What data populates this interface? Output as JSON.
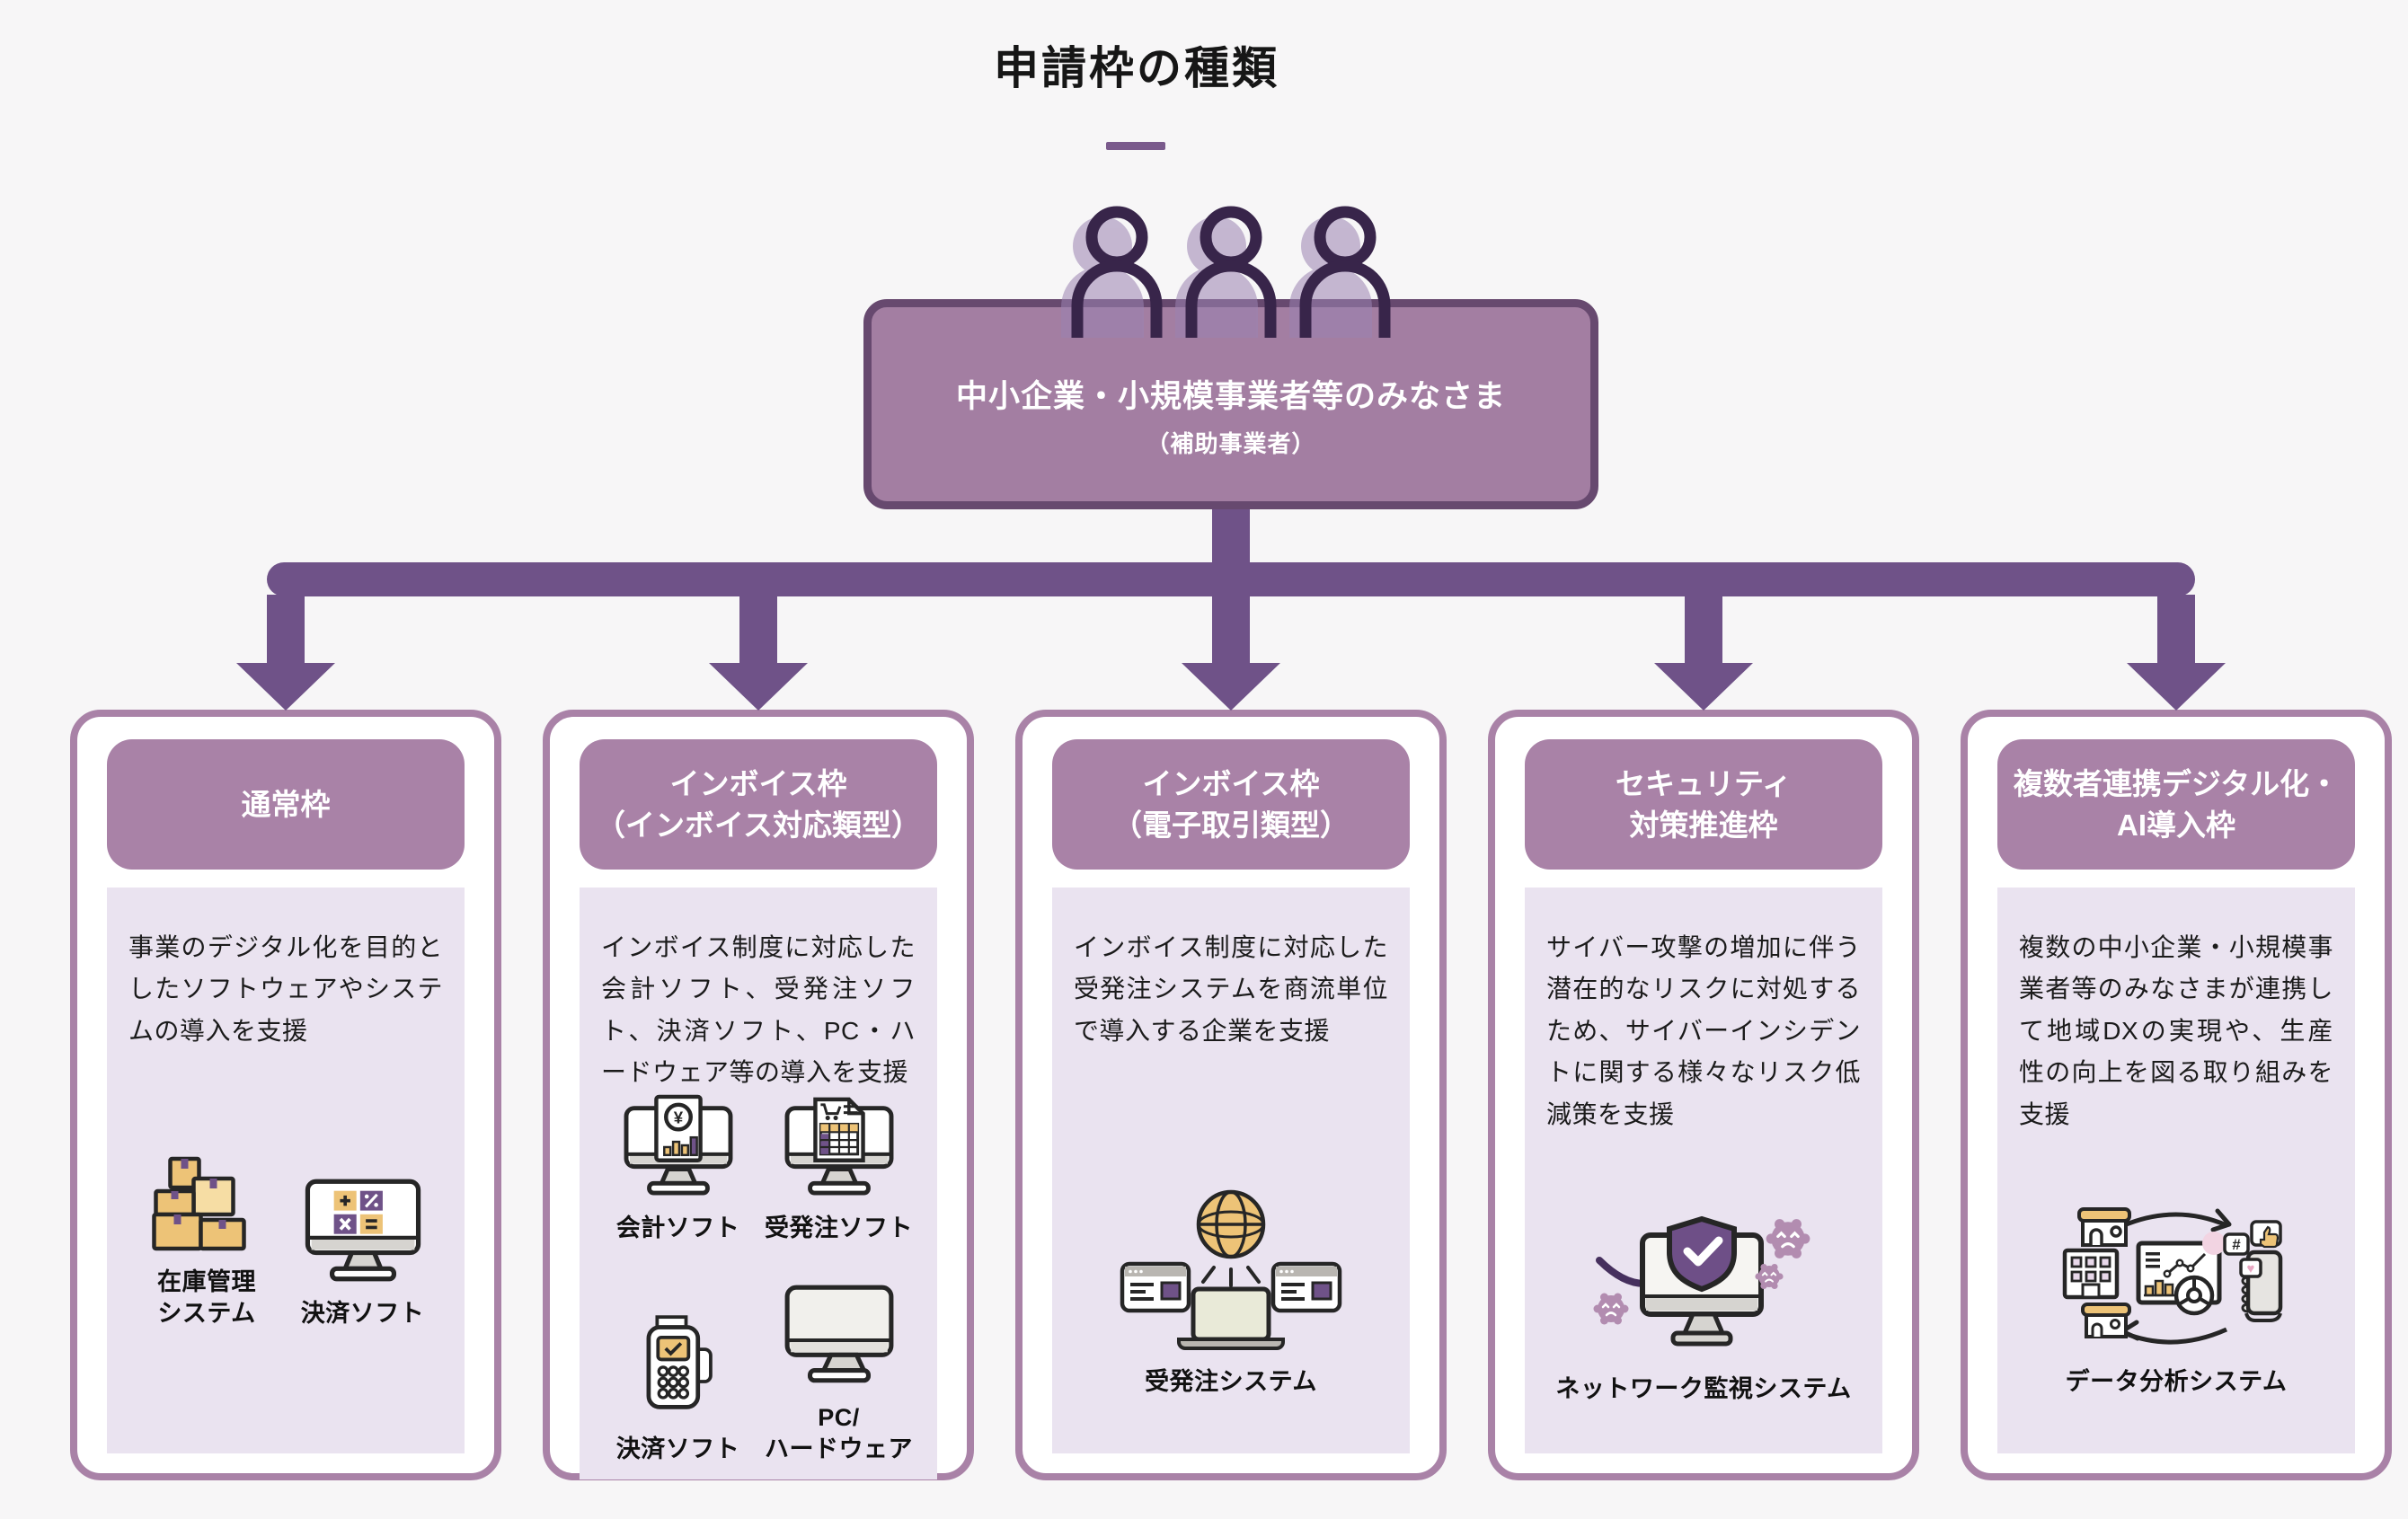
{
  "page": {
    "title": "申請枠の種類"
  },
  "source_box": {
    "title": "中小企業・小規模事業者等のみなさま",
    "subtitle": "（補助事業者）"
  },
  "cards": [
    {
      "header_line1": "通常枠",
      "header_line2": "",
      "description": "事業のデジタル化を目的としたソフトウェアやシステムの導入を支援",
      "items": [
        {
          "icon": "inventory-boxes-icon",
          "label": "在庫管理\nシステム"
        },
        {
          "icon": "calculator-monitor-icon",
          "label": "決済ソフト"
        }
      ]
    },
    {
      "header_line1": "インボイス枠",
      "header_line2": "（インボイス対応類型）",
      "description": "インボイス制度に対応した会計ソフト、受発注ソフト、決済ソフト、PC・ハードウェア等の導入を支援",
      "items": [
        {
          "icon": "accounting-monitor-icon",
          "label": "会計ソフト"
        },
        {
          "icon": "order-monitor-icon",
          "label": "受発注ソフト"
        },
        {
          "icon": "payment-terminal-icon",
          "label": "決済ソフト"
        },
        {
          "icon": "pc-monitor-icon",
          "label": "PC/\nハードウェア"
        }
      ]
    },
    {
      "header_line1": "インボイス枠",
      "header_line2": "（電子取引類型）",
      "description": "インボイス制度に対応した受発注システムを商流単位で導入する企業を支援",
      "items": [
        {
          "icon": "globe-network-icon",
          "label": "受発注システム"
        }
      ]
    },
    {
      "header_line1": "セキュリティ",
      "header_line2": "対策推進枠",
      "description": "サイバー攻撃の増加に伴う潜在的なリスクに対処するため、サイバーインシデントに関する様々なリスク低減策を支援",
      "items": [
        {
          "icon": "security-monitor-icon",
          "label": "ネットワーク監視システム"
        }
      ]
    },
    {
      "header_line1": "複数者連携デジタル化・",
      "header_line2": "AI導入枠",
      "description": "複数の中小企業・小規模事業者等のみなさまが連携して地域DXの実現や、生産性の向上を図る取り組みを支援",
      "items": [
        {
          "icon": "data-analysis-icon",
          "label": "データ分析システム"
        }
      ]
    }
  ],
  "colors": {
    "background": "#f7f6f7",
    "arrow_purple": "#6f5288",
    "source_box_fill": "#a37ea2",
    "source_box_border": "#67496f",
    "card_border": "#a982a7",
    "card_header_fill": "#a982a7",
    "panel_fill": "#eae3f0",
    "title_underline": "#7a5a8c",
    "accent_tan": "#edc377",
    "person_outline": "#38254a"
  }
}
